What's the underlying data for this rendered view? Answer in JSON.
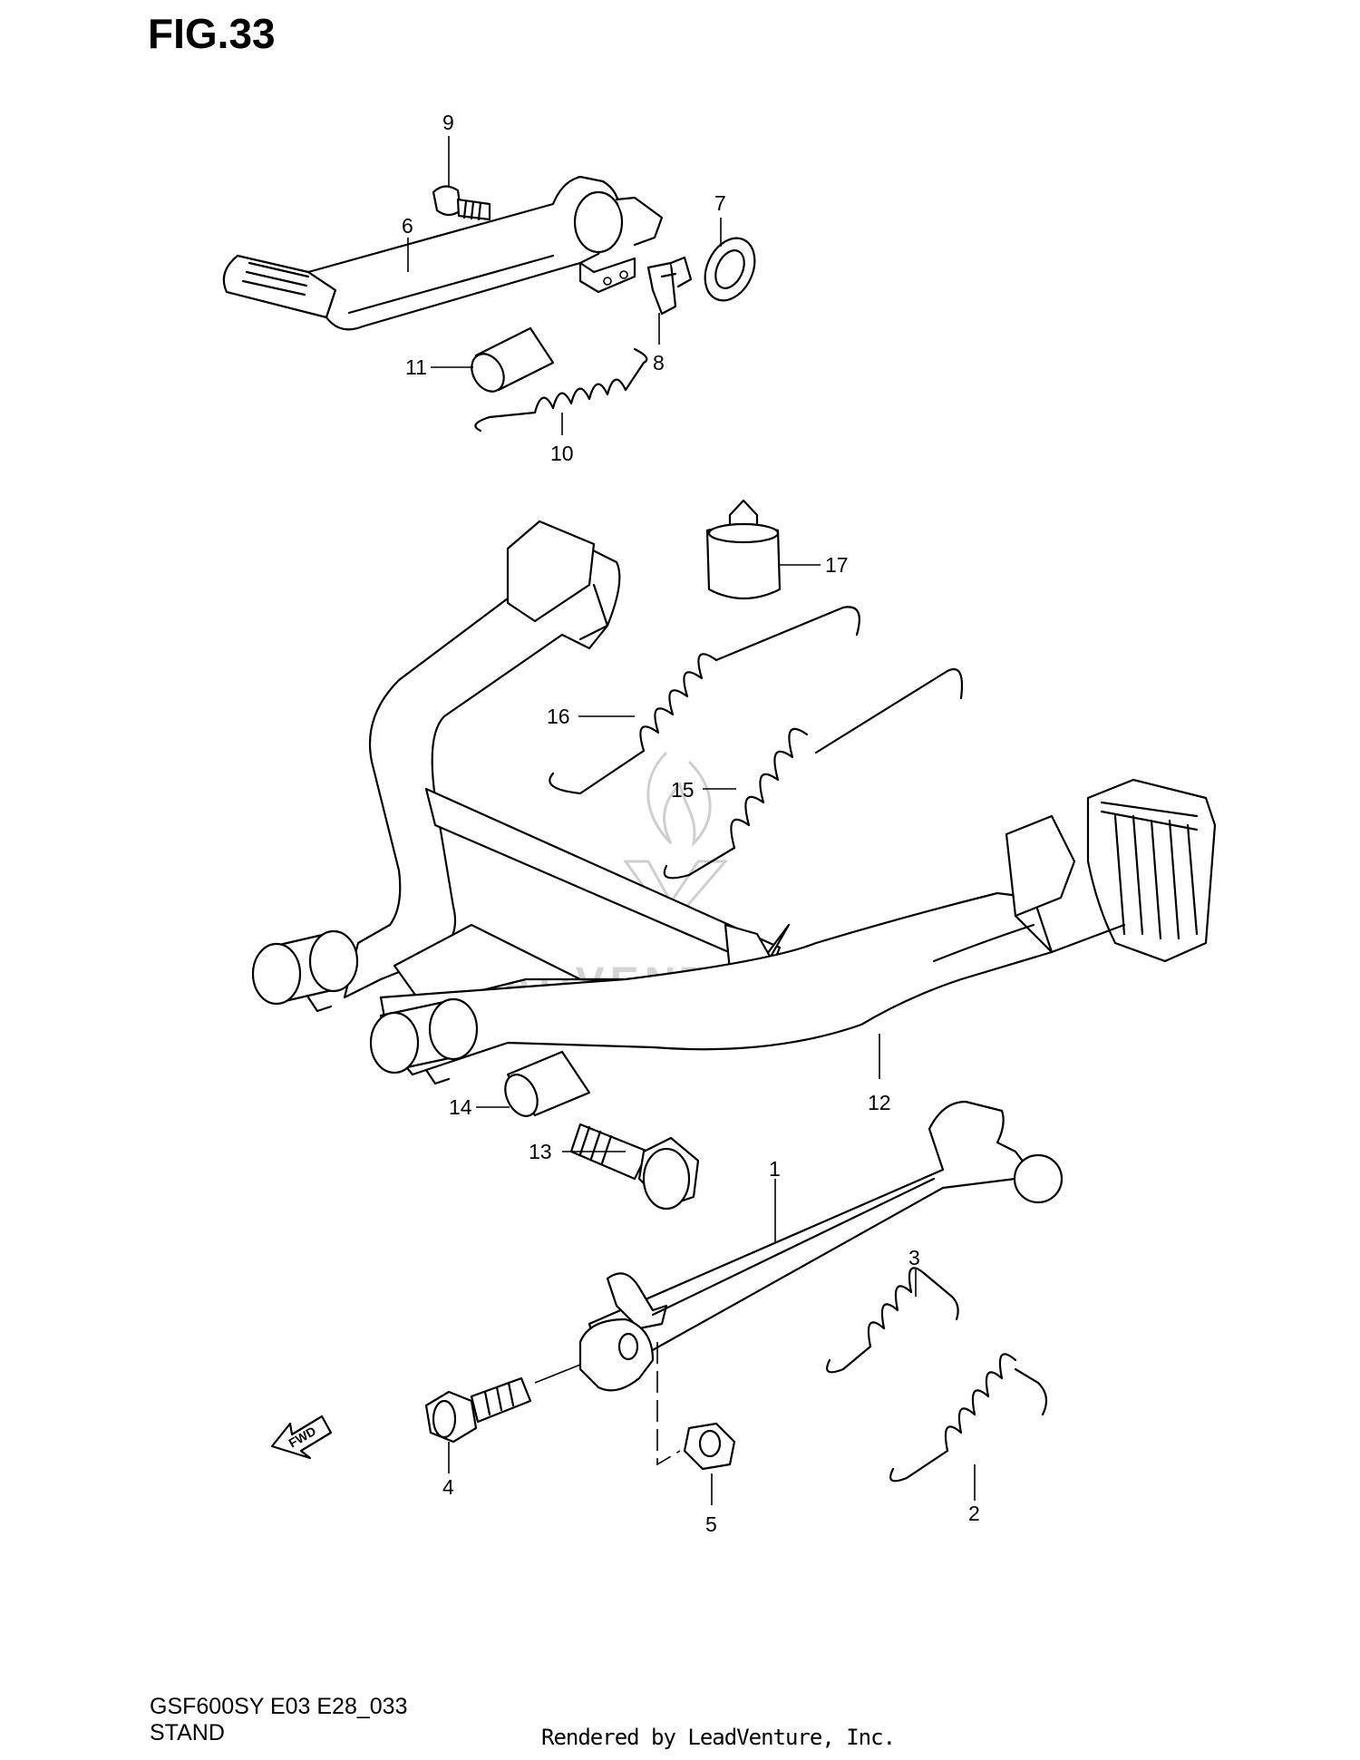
{
  "figure_title": "FIG.33",
  "callouts": [
    {
      "id": "1",
      "label": "1"
    },
    {
      "id": "2",
      "label": "2"
    },
    {
      "id": "3",
      "label": "3"
    },
    {
      "id": "4",
      "label": "4"
    },
    {
      "id": "5",
      "label": "5"
    },
    {
      "id": "6",
      "label": "6"
    },
    {
      "id": "7",
      "label": "7"
    },
    {
      "id": "8",
      "label": "8"
    },
    {
      "id": "9",
      "label": "9"
    },
    {
      "id": "10",
      "label": "10"
    },
    {
      "id": "11",
      "label": "11"
    },
    {
      "id": "12",
      "label": "12"
    },
    {
      "id": "13",
      "label": "13"
    },
    {
      "id": "14",
      "label": "14"
    },
    {
      "id": "15",
      "label": "15"
    },
    {
      "id": "16",
      "label": "16"
    },
    {
      "id": "17",
      "label": "17"
    }
  ],
  "fwd_arrow_label": "FWD",
  "watermark_text": "LEADVENTURE",
  "footer": {
    "model_code": "GSF600SY E03 E28_033",
    "section_name": "STAND",
    "credit": "Rendered by LeadVenture, Inc."
  }
}
